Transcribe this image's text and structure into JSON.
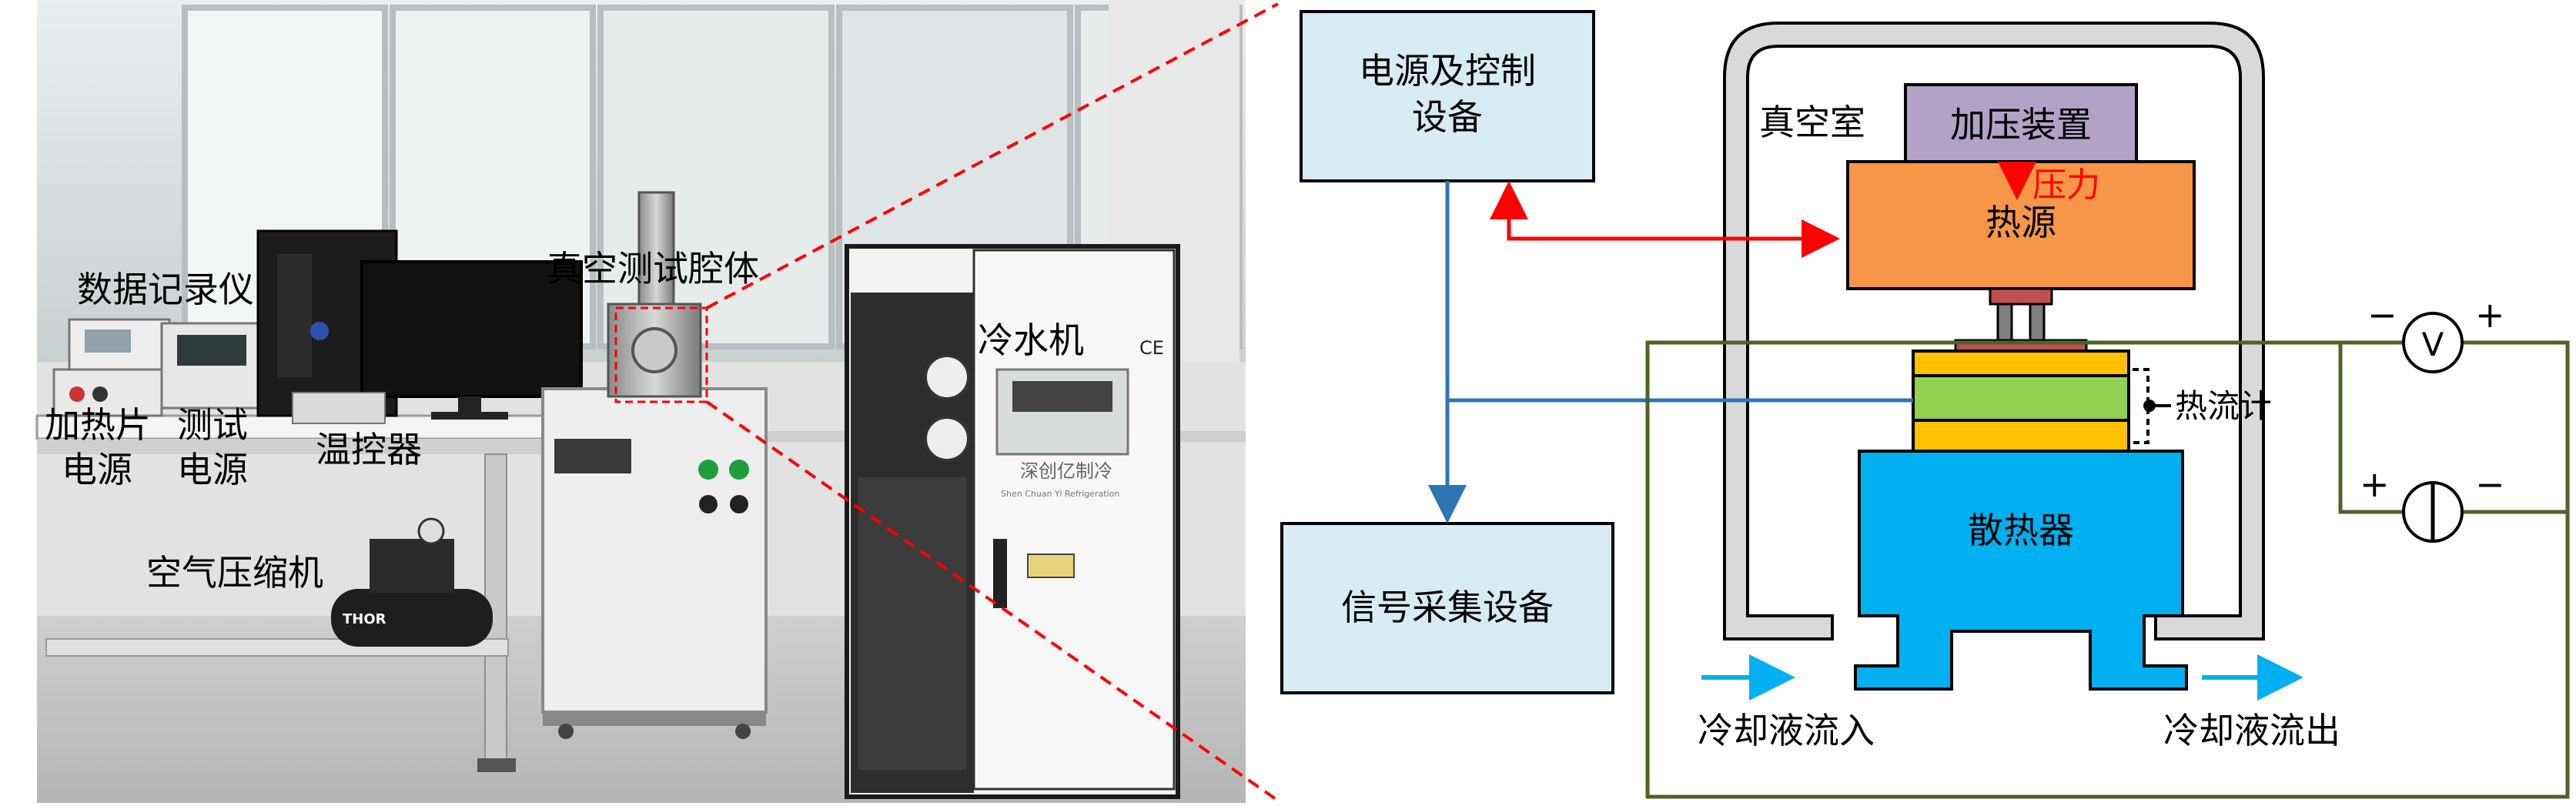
{
  "photo": {
    "labels": {
      "data_logger": "数据记录仪",
      "vacuum_chamber": "真空测试腔体",
      "chiller": "冷水机",
      "heater_power_line1": "加热片",
      "heater_power_line2": "电源",
      "test_power_line1": "测试",
      "test_power_line2": "电源",
      "temp_controller": "温控器",
      "air_compressor": "空气压缩机"
    },
    "device_text": {
      "chiller_brand": "深创亿制冷",
      "chiller_brand_en": "Shen Chuan Yi Refrigeration",
      "chiller_ce": "CE",
      "compressor_brand": "THOR"
    }
  },
  "schematic": {
    "labels": {
      "power_control_line1": "电源及控制",
      "power_control_line2": "设备",
      "signal_acq": "信号采集设备",
      "vacuum_room": "真空室",
      "press_device": "加压装置",
      "pressure": "压力",
      "heat_source": "热源",
      "heat_flux_meter": "热流计",
      "heat_sink": "散热器",
      "coolant_in": "冷却液流入",
      "coolant_out": "冷却液流出",
      "voltmeter": "V",
      "minus": "−",
      "plus": "+"
    },
    "colors": {
      "control_box_fill": "#d6ecf3",
      "press_fill": "#b3a2c7",
      "heat_source_fill": "#f79646",
      "heat_flux_green": "#92d050",
      "heat_flux_yellow": "#ffc000",
      "heat_sink_fill": "#00b0f0",
      "signal_line": "#2e75b6",
      "control_line": "#ff0000",
      "circuit_line": "#4f6228",
      "coolant_arrow": "#00b0f0",
      "chamber_wall_fill": "#d9d9d9"
    }
  }
}
